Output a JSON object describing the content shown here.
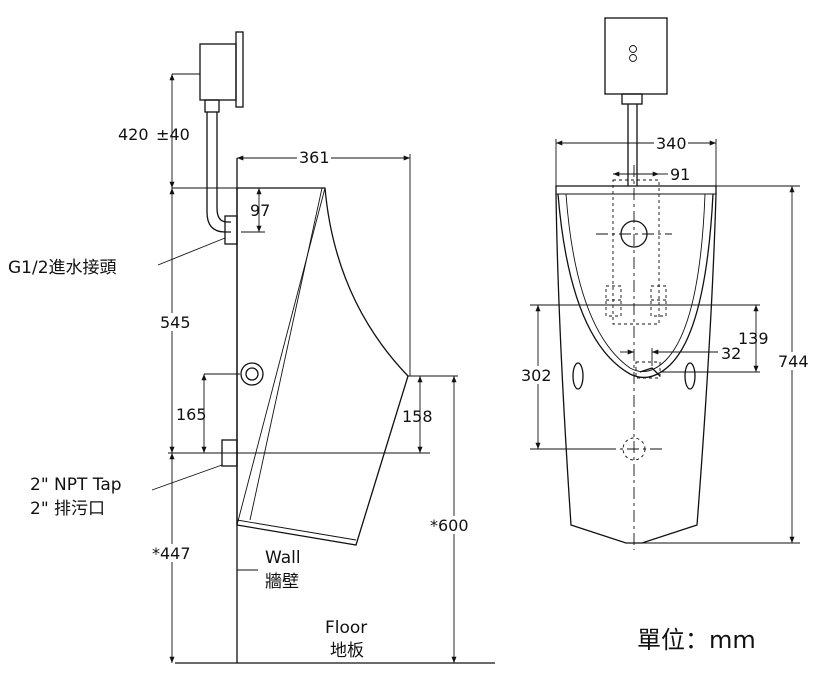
{
  "side_view": {
    "dim_420": "420",
    "dim_420_tol": "±40",
    "dim_361": "361",
    "dim_97": "97",
    "inlet_label": "G1/2進水接頭",
    "dim_545": "545",
    "dim_165": "165",
    "dim_158": "158",
    "outlet_label_line1": "2\" NPT Tap",
    "outlet_label_line2": "2\" 排污口",
    "dim_447": "*447",
    "dim_600": "*600",
    "wall_en": "Wall",
    "wall_zh": "牆壁",
    "floor_en": "Floor",
    "floor_zh": "地板"
  },
  "front_view": {
    "dim_340": "340",
    "dim_91": "91",
    "dim_139": "139",
    "dim_32": "32",
    "dim_302": "302",
    "dim_744": "744"
  },
  "units_label": "單位：mm"
}
